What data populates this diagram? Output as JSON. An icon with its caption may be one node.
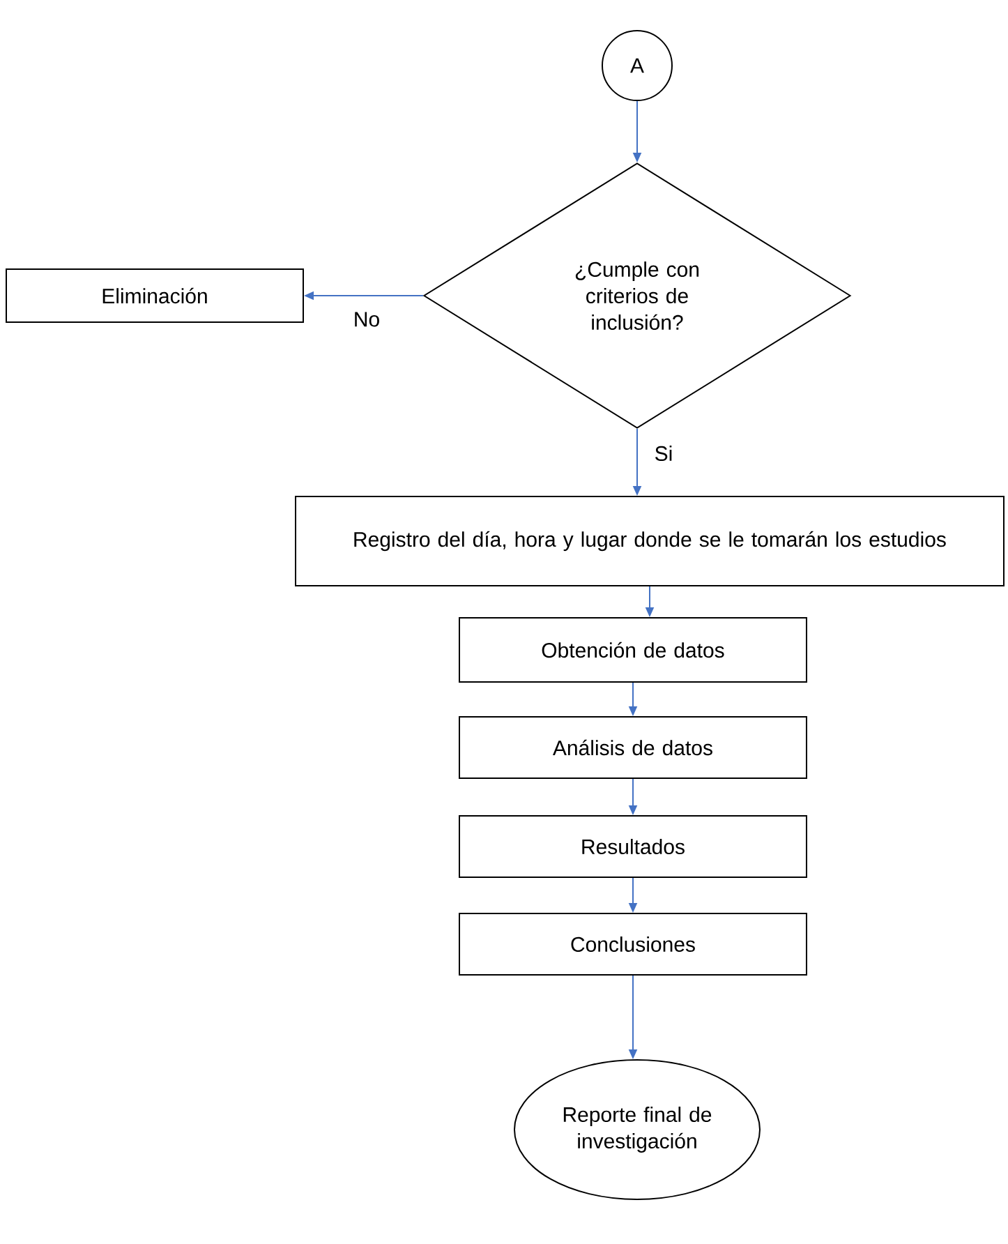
{
  "diagram": {
    "nodes": [
      {
        "text": [
          "A"
        ]
      },
      {
        "text": [
          "¿Cumple con criterios de inclusión?"
        ]
      },
      {
        "text": [
          "Eliminación"
        ]
      },
      {
        "text": [
          "Registro del día, hora y lugar donde se le tomarán los estudios"
        ]
      },
      {
        "text": [
          "Obtención de datos"
        ]
      },
      {
        "text": [
          "Análisis de datos"
        ]
      },
      {
        "text": [
          "Resultados"
        ]
      },
      {
        "text": [
          "Conclusiones"
        ]
      },
      {
        "text": [
          "Reporte final de investigación"
        ]
      }
    ],
    "edges": [
      {
        "from": 0,
        "to": 1,
        "arrow": "to"
      },
      {
        "from": 1,
        "to": 2,
        "arrow": "to",
        "label": "No"
      },
      {
        "from": 1,
        "to": 3,
        "arrow": "to",
        "label": "Si"
      },
      {
        "from": 3,
        "to": 4,
        "arrow": "to"
      },
      {
        "from": 4,
        "to": 5,
        "arrow": "to"
      },
      {
        "from": 5,
        "to": 6,
        "arrow": "to"
      },
      {
        "from": 6,
        "to": 7,
        "arrow": "to"
      },
      {
        "from": 7,
        "to": 8,
        "arrow": "to"
      }
    ]
  }
}
